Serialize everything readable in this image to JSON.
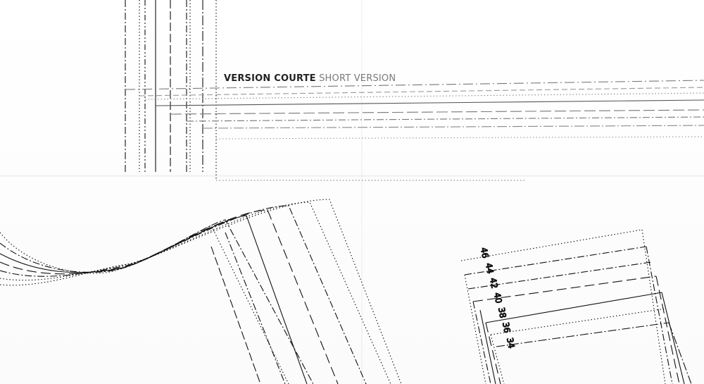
{
  "version_label": {
    "courte": "VERSION COURTE",
    "short": "SHORT VERSION"
  },
  "sizes": [
    "46",
    "44",
    "42",
    "40",
    "38",
    "36",
    "34"
  ]
}
